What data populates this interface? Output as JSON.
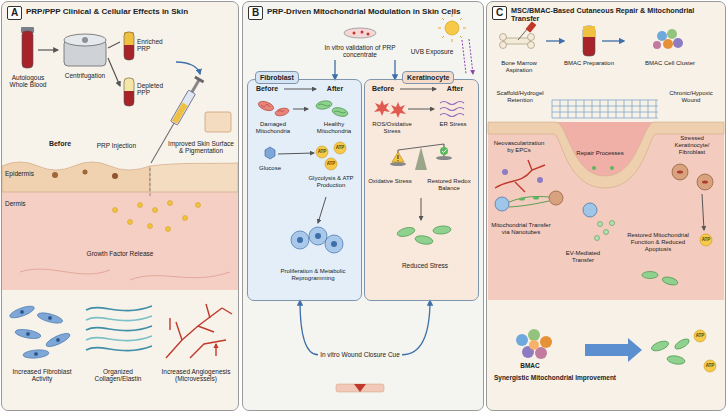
{
  "diagram": {
    "nodes": [
      {
        "text": [
          "A",
          "PRP/PPP Clinical & Cellular Effects in Skin"
        ]
      },
      {
        "text": [
          "B",
          "PRP-Driven Mitochondrial Modulation in Skin Cells"
        ]
      },
      {
        "text": [
          "In vitro validation of PRP concentrate"
        ],
        "in": 1
      },
      {
        "text": [
          "Fibroblast"
        ],
        "in": 1
      },
      {
        "text": [
          "Keratinocyte"
        ],
        "in": 1
      },
      {
        "text": [
          "In vitro Wound Closure Cue"
        ],
        "in": 1
      },
      {
        "text": [
          "C",
          "MSC/BMAC-Based Cutaneous Repair & Mitochondrial Transfer"
        ]
      }
    ],
    "edges": [
      {
        "from": 2,
        "to": 3,
        "arrow": "to"
      },
      {
        "from": 2,
        "to": 4,
        "arrow": "to"
      },
      {
        "from": 5,
        "to": 3,
        "arrow": "to"
      },
      {
        "from": 5,
        "to": 4,
        "arrow": "to"
      }
    ],
    "labels": [
      "Autologous Whole Blood",
      "Centrifugation",
      "Enriched PRP",
      "Depleted PPP",
      "Before",
      "PRP Injection",
      "Improved Skin Surface & Pigmentation",
      "Epidermis",
      "Dermis",
      "Growth Factor Release",
      "Increased Fibroblast Activity",
      "Organized Collagen/Elastin",
      "Increased Angiogenesis (Microvessels)",
      "UVB Exposure",
      "Before",
      "After",
      "Damaged Mitochondria",
      "Healthy Mitochondria",
      "Glucose",
      "ATP",
      "ATP",
      "ATP",
      "Glycolysis & ATP Production",
      "Proliferation & Metabolic Reprogramming",
      "Before",
      "After",
      "ROS/Oxidative Stress",
      "ER Stress",
      "Oxidative Stress",
      "Restored Redox Balance",
      "Reduced Stress",
      "Bone Marrow Aspiration",
      "BMAC Preparation",
      "BMAC Cell Cluster",
      "Scaffold/Hydrogel Retention",
      "Chronic/Hypoxic Wound",
      "Neovascularization by EPCs",
      "Repair Processes",
      "Stressed Keratinocyte/ Fibroblast",
      "Mitochondrial Transfer via Nanotubes",
      "EV-Mediated Transfer",
      "Restored Mitochondrial Function & Reduced Apoptosis",
      "ATP",
      "BMAC",
      "Synergistic Mitochondrial Improvement",
      "ATP",
      "ATP"
    ]
  }
}
